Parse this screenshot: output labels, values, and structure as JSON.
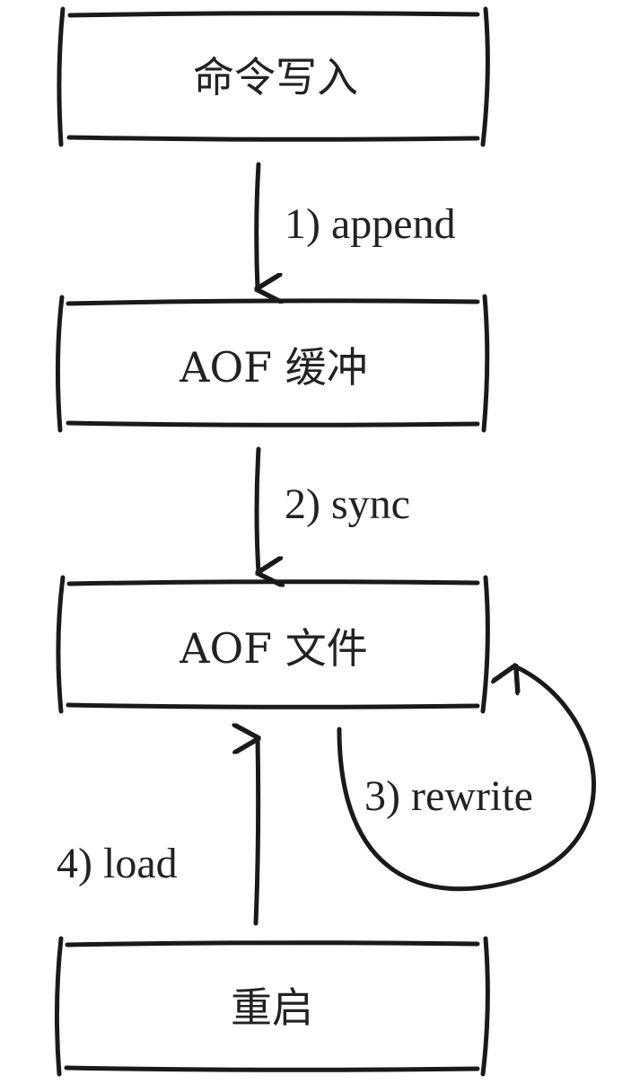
{
  "nodes": {
    "command_write": "命令写入",
    "aof_buffer": "AOF 缓冲",
    "aof_file": "AOF 文件",
    "restart": "重启"
  },
  "edges": {
    "append": "1) append",
    "sync": "2) sync",
    "rewrite": "3) rewrite",
    "load": "4) load"
  },
  "colors": {
    "ink": "#1a1a1a",
    "text": "#222222",
    "background": "#ffffff"
  }
}
